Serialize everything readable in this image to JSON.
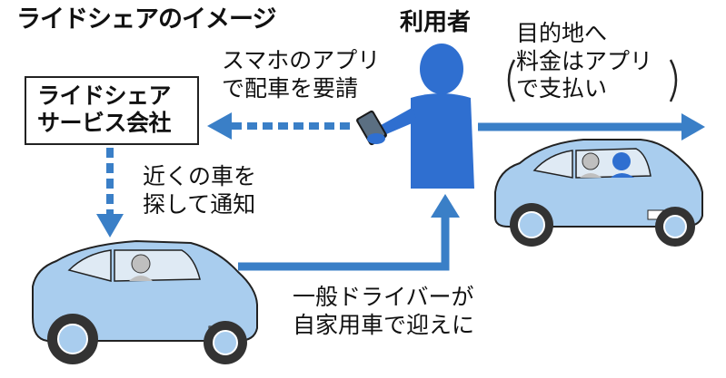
{
  "title": "ライドシェアのイメージ",
  "user_label": "利用者",
  "company_box": {
    "line1": "ライドシェア",
    "line2": "サービス会社"
  },
  "app_request": {
    "line1": "スマホのアプリ",
    "line2": "で配車を要請"
  },
  "destination": {
    "line1": "目的地へ",
    "line2": "料金はアプリ",
    "line3": "で支払い"
  },
  "notify": {
    "line1": "近くの車を",
    "line2": "探して通知"
  },
  "driver": {
    "line1": "一般ドライバーが",
    "line2": "自家用車で迎えに"
  },
  "colors": {
    "arrow_blue": "#3a7fc7",
    "car_body": "#a9cdee",
    "person_blue": "#2f6fd0"
  }
}
